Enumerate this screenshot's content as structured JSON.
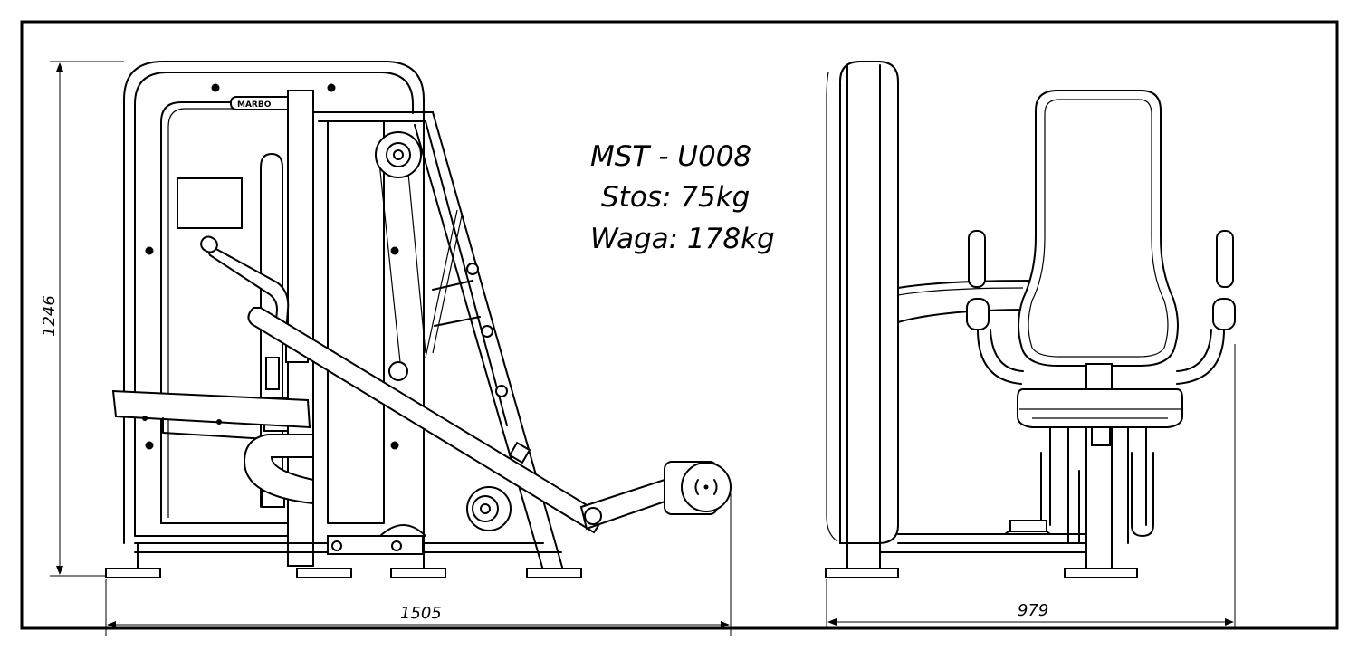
{
  "model": "MST - U008",
  "stack": "Stos: 75kg",
  "weight": "Waga: 178kg",
  "brand": "MARBO",
  "dimensions": {
    "height": "1246",
    "length": "1505",
    "width": "979"
  }
}
